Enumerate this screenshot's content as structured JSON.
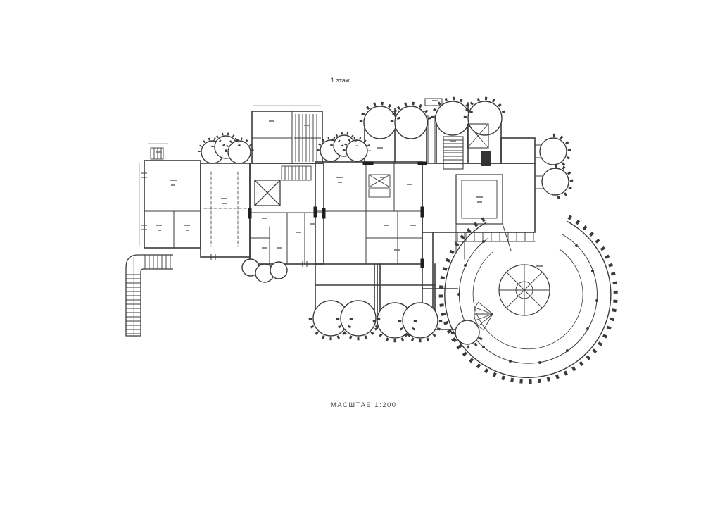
{
  "drawing": {
    "title": "1 этаж",
    "scale_label": "МАСШТАБ 1:200",
    "floor_number": "1",
    "scale": "1:200",
    "line_color": "#3b3b3b",
    "background_color": "#ffffff"
  }
}
